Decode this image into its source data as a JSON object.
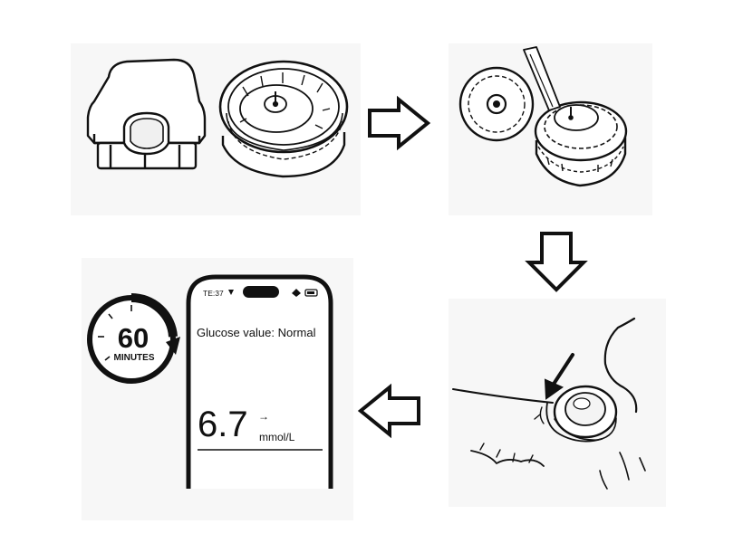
{
  "timer": {
    "number": "60",
    "unit": "MINUTES"
  },
  "phone": {
    "status_time": "TE:37",
    "glucose_status": "Glucose value: Normal",
    "reading_value": "6.7",
    "trend_arrow": "→",
    "reading_unit": "mmol/L"
  },
  "icons": {
    "flow_arrows": [
      "arrow-right-icon",
      "arrow-down-icon",
      "arrow-left-icon"
    ],
    "pointer": "pointer-arrow-icon"
  },
  "colors": {
    "ink": "#111111",
    "panel": "#f7f7f7"
  }
}
